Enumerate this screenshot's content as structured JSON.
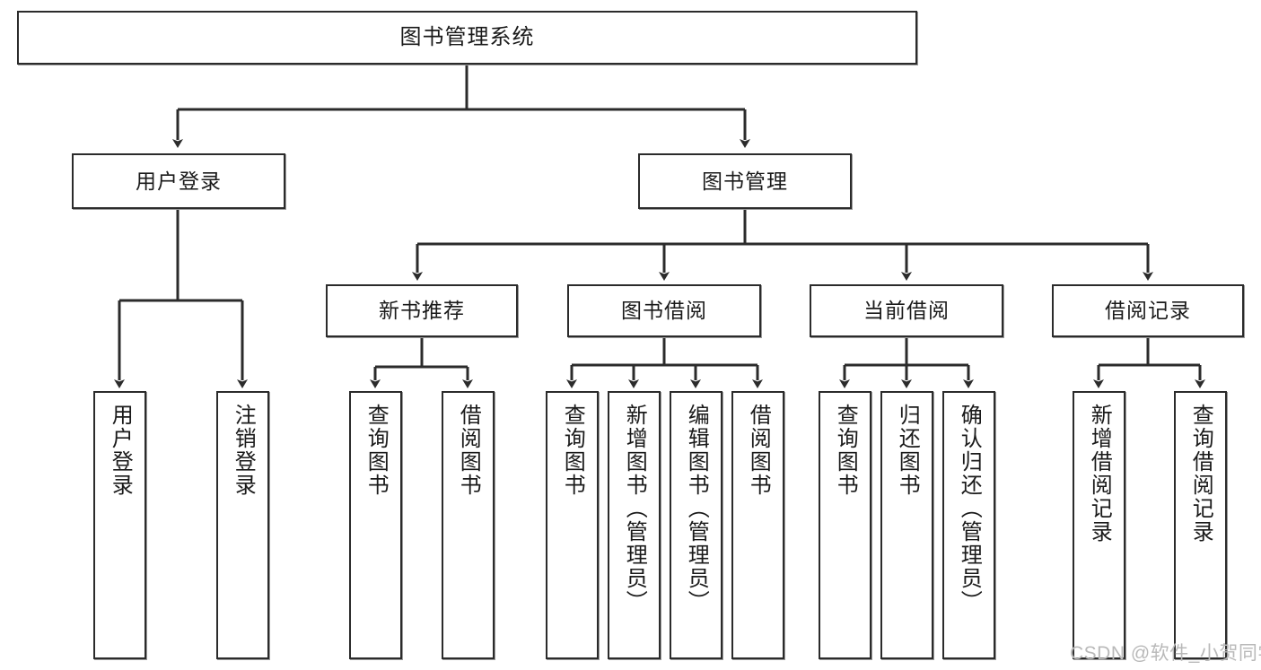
{
  "diagram": {
    "title": "图书管理系统",
    "type": "functional-structure-tree",
    "watermark": "CSDN @软件_小贺同学",
    "colors": {
      "box_border": "#2b2b2b",
      "box_fill": "#ffffff",
      "connector": "#2b2b2b",
      "text": "#1a1a1a",
      "watermark": "#b9b9b9"
    },
    "levels": {
      "root": {
        "label": "图书管理系统"
      },
      "level2": [
        {
          "label": "用户登录"
        },
        {
          "label": "图书管理"
        }
      ],
      "level3": [
        {
          "label": "新书推荐"
        },
        {
          "label": "图书借阅"
        },
        {
          "label": "当前借阅"
        },
        {
          "label": "借阅记录"
        }
      ],
      "leaves": {
        "user_login": [
          {
            "label": "用户登录"
          },
          {
            "label": "注销登录"
          }
        ],
        "new_book_recommend": [
          {
            "label": "查询图书"
          },
          {
            "label": "借阅图书"
          }
        ],
        "book_borrow": [
          {
            "label": "查询图书"
          },
          {
            "label": "新增图书（管理员）"
          },
          {
            "label": "编辑图书（管理员）"
          },
          {
            "label": "借阅图书"
          }
        ],
        "current_borrow": [
          {
            "label": "查询图书"
          },
          {
            "label": "归还图书"
          },
          {
            "label": "确认归还（管理员）"
          }
        ],
        "borrow_records": [
          {
            "label": "新增借阅记录"
          },
          {
            "label": "查询借阅记录"
          }
        ]
      }
    }
  }
}
